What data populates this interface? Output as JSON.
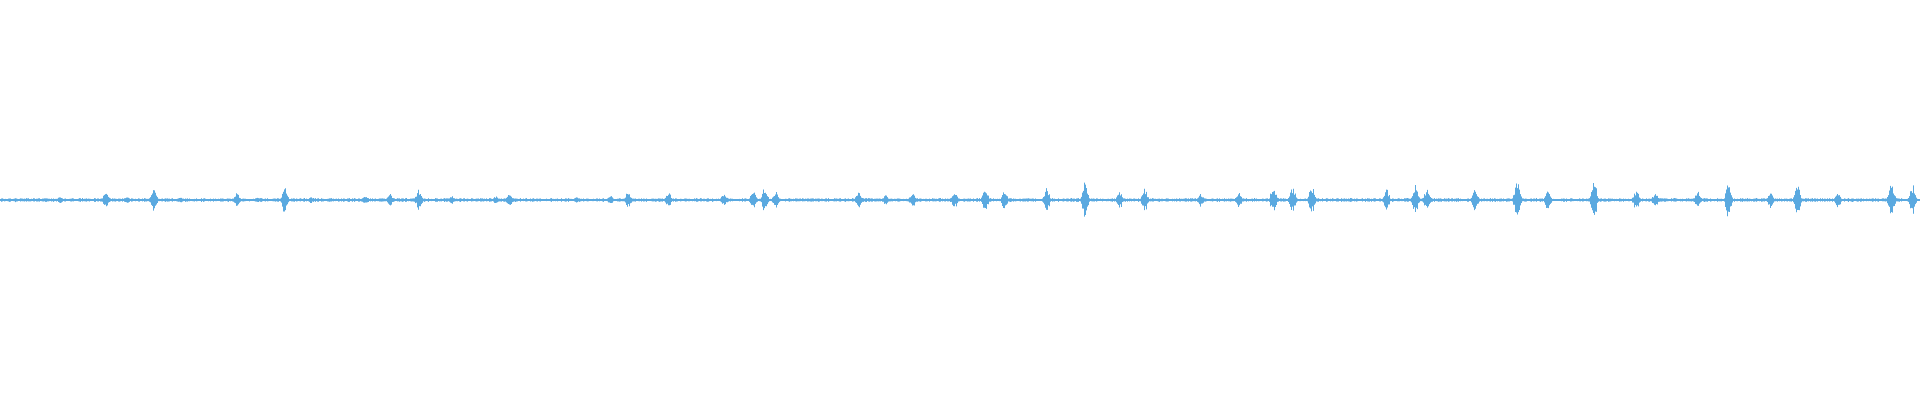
{
  "waveform": {
    "type": "audio-waveform",
    "color": "#5aa9e0",
    "background": "#ffffff",
    "style": "mirrored-bars",
    "baseline_amplitude": 0.035,
    "bursts": [
      {
        "t": 0.008,
        "a": 0.07
      },
      {
        "t": 0.02,
        "a": 0.06
      },
      {
        "t": 0.031,
        "a": 0.1
      },
      {
        "t": 0.055,
        "a": 0.22
      },
      {
        "t": 0.066,
        "a": 0.09
      },
      {
        "t": 0.08,
        "a": 0.33
      },
      {
        "t": 0.094,
        "a": 0.09
      },
      {
        "t": 0.123,
        "a": 0.2
      },
      {
        "t": 0.134,
        "a": 0.08
      },
      {
        "t": 0.148,
        "a": 0.38
      },
      {
        "t": 0.162,
        "a": 0.1
      },
      {
        "t": 0.19,
        "a": 0.12
      },
      {
        "t": 0.203,
        "a": 0.18
      },
      {
        "t": 0.218,
        "a": 0.3
      },
      {
        "t": 0.235,
        "a": 0.12
      },
      {
        "t": 0.258,
        "a": 0.12
      },
      {
        "t": 0.265,
        "a": 0.22
      },
      {
        "t": 0.3,
        "a": 0.1
      },
      {
        "t": 0.318,
        "a": 0.13
      },
      {
        "t": 0.327,
        "a": 0.24
      },
      {
        "t": 0.348,
        "a": 0.22
      },
      {
        "t": 0.377,
        "a": 0.2
      },
      {
        "t": 0.392,
        "a": 0.28
      },
      {
        "t": 0.398,
        "a": 0.34
      },
      {
        "t": 0.404,
        "a": 0.24
      },
      {
        "t": 0.447,
        "a": 0.24
      },
      {
        "t": 0.461,
        "a": 0.17
      },
      {
        "t": 0.475,
        "a": 0.21
      },
      {
        "t": 0.497,
        "a": 0.24
      },
      {
        "t": 0.513,
        "a": 0.32
      },
      {
        "t": 0.523,
        "a": 0.27
      },
      {
        "t": 0.545,
        "a": 0.33
      },
      {
        "t": 0.565,
        "a": 0.52
      },
      {
        "t": 0.583,
        "a": 0.25
      },
      {
        "t": 0.596,
        "a": 0.32
      },
      {
        "t": 0.625,
        "a": 0.2
      },
      {
        "t": 0.645,
        "a": 0.2
      },
      {
        "t": 0.663,
        "a": 0.42
      },
      {
        "t": 0.673,
        "a": 0.4
      },
      {
        "t": 0.683,
        "a": 0.38
      },
      {
        "t": 0.722,
        "a": 0.3
      },
      {
        "t": 0.737,
        "a": 0.45
      },
      {
        "t": 0.743,
        "a": 0.35
      },
      {
        "t": 0.768,
        "a": 0.35
      },
      {
        "t": 0.79,
        "a": 0.55
      },
      {
        "t": 0.806,
        "a": 0.3
      },
      {
        "t": 0.83,
        "a": 0.55
      },
      {
        "t": 0.852,
        "a": 0.3
      },
      {
        "t": 0.862,
        "a": 0.24
      },
      {
        "t": 0.884,
        "a": 0.22
      },
      {
        "t": 0.9,
        "a": 0.5
      },
      {
        "t": 0.922,
        "a": 0.22
      },
      {
        "t": 0.936,
        "a": 0.45
      },
      {
        "t": 0.957,
        "a": 0.22
      },
      {
        "t": 0.985,
        "a": 0.5
      },
      {
        "t": 0.996,
        "a": 0.42
      }
    ]
  }
}
